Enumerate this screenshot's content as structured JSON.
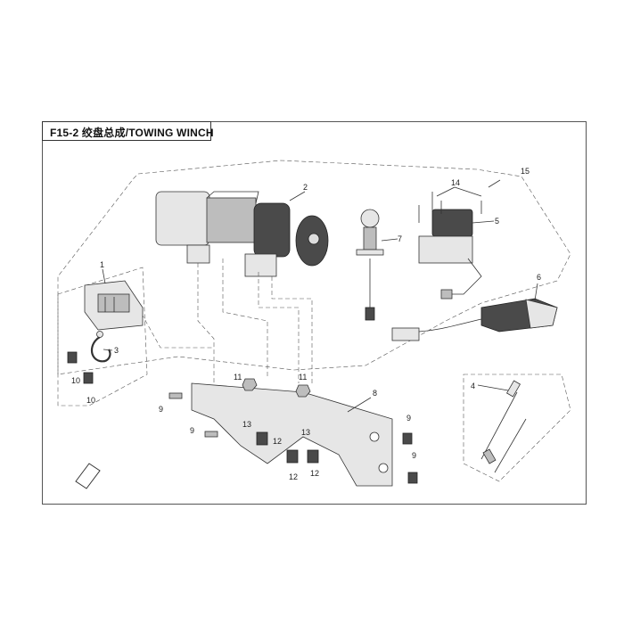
{
  "title": "F15-2 绞盘总成/TOWING WINCH",
  "callouts": [
    "1",
    "2",
    "3",
    "4",
    "5",
    "6",
    "7",
    "8",
    "9",
    "9",
    "9",
    "9",
    "10",
    "10",
    "11",
    "11",
    "12",
    "12",
    "12",
    "13",
    "13",
    "14",
    "15"
  ]
}
